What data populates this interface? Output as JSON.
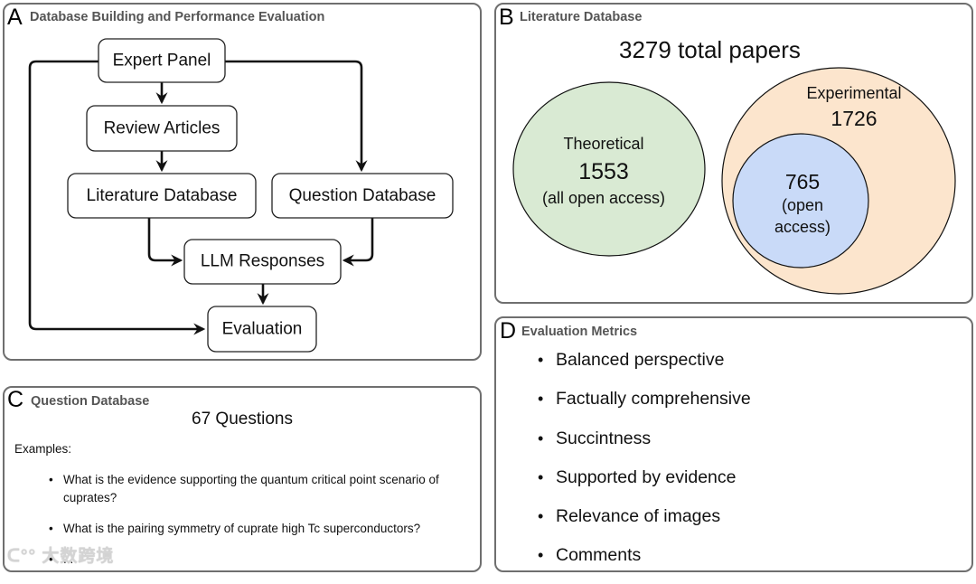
{
  "panels": {
    "A": {
      "letter": "A",
      "title": "Database Building and Performance Evaluation",
      "nodes": {
        "expert_panel": "Expert Panel",
        "review_articles": "Review Articles",
        "literature_database": "Literature Database",
        "question_database": "Question Database",
        "llm_responses": "LLM Responses",
        "evaluation": "Evaluation"
      },
      "edges": [
        {
          "from": "Expert Panel",
          "to": "Review Articles"
        },
        {
          "from": "Review Articles",
          "to": "Literature Database"
        },
        {
          "from": "Expert Panel",
          "to": "Question Database"
        },
        {
          "from": "Expert Panel",
          "to": "Evaluation"
        },
        {
          "from": "Literature Database",
          "to": "LLM Responses"
        },
        {
          "from": "Question Database",
          "to": "LLM Responses"
        },
        {
          "from": "LLM Responses",
          "to": "Evaluation"
        }
      ]
    },
    "B": {
      "letter": "B",
      "title": "Literature Database",
      "total": "3279 total papers",
      "theoretical": {
        "label": "Theoretical",
        "count": "1553",
        "note": "(all open access)",
        "color": "#d9ead3"
      },
      "experimental": {
        "label": "Experimental",
        "count": "1726",
        "color": "#fce5cd"
      },
      "open_access": {
        "count": "765",
        "note_line1": "(open",
        "note_line2": "access)",
        "color": "#c9daf8"
      }
    },
    "C": {
      "letter": "C",
      "title": "Question Database",
      "count": "67 Questions",
      "examples_label": "Examples:",
      "questions": [
        "What is the evidence supporting the quantum critical point scenario of cuprates?",
        "What is the pairing symmetry of cuprate high Tc superconductors?",
        "..."
      ]
    },
    "D": {
      "letter": "D",
      "title": "Evaluation Metrics",
      "metrics": [
        "Balanced perspective",
        "Factually comprehensive",
        "Succintness",
        "Supported by evidence",
        "Relevance of images",
        "Comments"
      ]
    }
  },
  "watermark": "大数跨境",
  "bullet": "•"
}
